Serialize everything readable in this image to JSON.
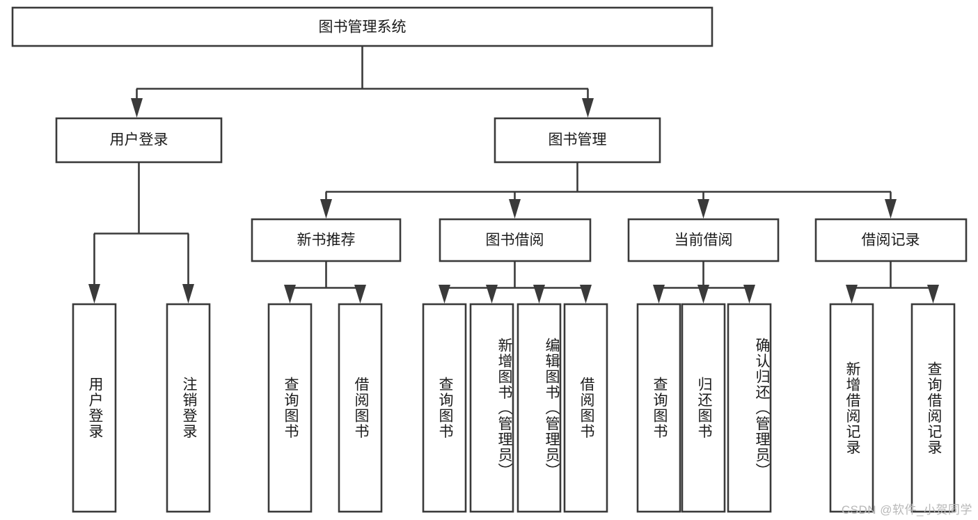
{
  "diagram": {
    "title": "图书管理系统",
    "type": "tree-hierarchy",
    "colors": {
      "box_stroke": "#3a3a3a",
      "box_fill": "#ffffff",
      "text": "#1b1b1b",
      "watermark": "#b8b8b8",
      "background": "#ffffff"
    },
    "root": {
      "label": "图书管理系统"
    },
    "level2": [
      {
        "label": "用户登录"
      },
      {
        "label": "图书管理"
      }
    ],
    "level3": [
      {
        "label": "新书推荐"
      },
      {
        "label": "图书借阅"
      },
      {
        "label": "当前借阅"
      },
      {
        "label": "借阅记录"
      }
    ],
    "leaves": {
      "user_login": [
        {
          "label": "用户登录"
        },
        {
          "label": "注销登录"
        }
      ],
      "new_book_recommend": [
        {
          "label": "查询图书"
        },
        {
          "label": "借阅图书"
        }
      ],
      "book_borrow": [
        {
          "label": "查询图书"
        },
        {
          "label": "新增图书（管理员）"
        },
        {
          "label": "编辑图书（管理员）"
        },
        {
          "label": "借阅图书"
        }
      ],
      "current_borrow": [
        {
          "label": "查询图书"
        },
        {
          "label": "归还图书"
        },
        {
          "label": "确认归还（管理员）"
        }
      ],
      "borrow_record": [
        {
          "label": "新增借阅记录"
        },
        {
          "label": "查询借阅记录"
        }
      ]
    },
    "watermark": "CSDN @软件_小贺同学"
  }
}
